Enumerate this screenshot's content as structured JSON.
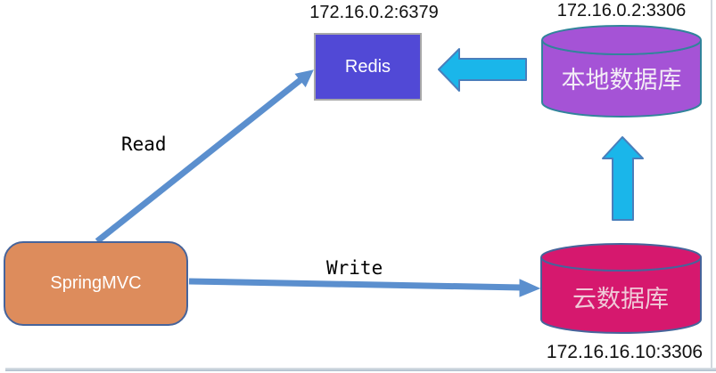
{
  "diagram": {
    "nodes": {
      "redis": {
        "label": "Redis",
        "address": "172.16.0.2:6379"
      },
      "local_db": {
        "label": "本地数据库",
        "address": "172.16.0.2:3306"
      },
      "cloud_db": {
        "label": "云数据库",
        "address": "172.16.16.10:3306"
      },
      "springmvc": {
        "label": "SpringMVC"
      }
    },
    "edges": {
      "read": {
        "label": "Read",
        "from": "springmvc",
        "to": "redis"
      },
      "write": {
        "label": "Write",
        "from": "springmvc",
        "to": "cloud_db"
      },
      "local_db_to_redis": {
        "from": "local_db",
        "to": "redis"
      },
      "cloud_db_to_local_db": {
        "from": "cloud_db",
        "to": "local_db"
      }
    },
    "colors": {
      "redis_fill": "#5149d6",
      "redis_border": "#a8a8a8",
      "springmvc_fill": "#dd8c5c",
      "springmvc_border": "#46649b",
      "local_db_fill": "#a553d6",
      "local_db_border": "#31849b",
      "cloud_db_fill": "#d6186e",
      "cloud_db_border": "#46649b",
      "block_arrow_fill": "#1ab6ea",
      "block_arrow_border": "#4a7ebb",
      "line_arrow": "#5b8fce",
      "label_text": "#000000"
    }
  }
}
